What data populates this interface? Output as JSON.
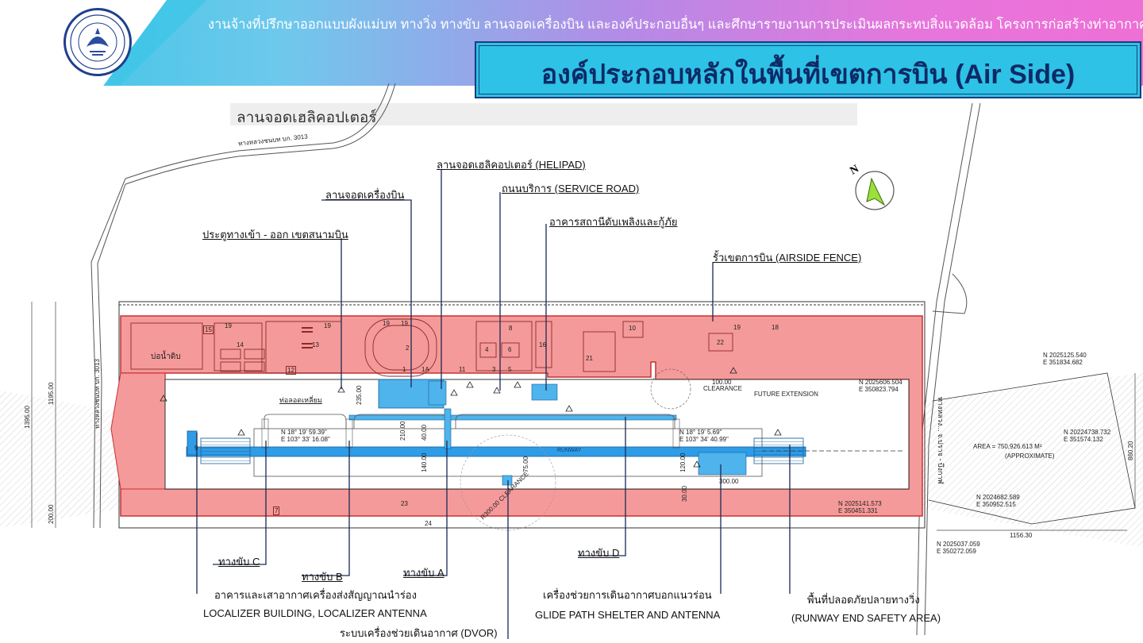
{
  "header": {
    "project_title": "งานจ้างที่ปรึกษาออกแบบผังแม่บท ทางวิ่ง ทางขับ ลานจอดเครื่องบิน และองค์ประกอบอื่นๆ และศึกษารายงานการประเมินผลกระทบสิ่งแวดล้อม โครงการก่อสร้างท่าอากาศยานบึงกาฬ",
    "page_title": "องค์ประกอบหลักในพื้นที่เขตการบิน (Air Side)",
    "subtitle": "ลานจอดเฮลิคอปเตอร์"
  },
  "callouts": {
    "helipad": "ลานจอดเฮลิคอปเตอร์ (HELIPAD)",
    "apron": "ลานจอดเครื่องบิน",
    "service_road": "ถนนบริการ (SERVICE ROAD)",
    "fire_station": "อาคารสถานีดับเพลิงและกู้ภัย",
    "gate": "ประตูทางเข้า - ออก เขตสนามบิน",
    "airside_fence": "รั้วเขตการบิน (AIRSIDE FENCE)",
    "taxiway_c": "ทางขับ C",
    "taxiway_b": "ทางขับ B",
    "taxiway_a": "ทางขับ A",
    "taxiway_d": "ทางขับ D",
    "localizer_th": "อาคารและเสาอากาศเครื่องส่งสัญญาณนำร่อง",
    "localizer_en": "LOCALIZER BUILDING, LOCALIZER ANTENNA",
    "dvor": "ระบบเครื่องช่วยเดินอากาศ (DVOR)",
    "glide_th": "เครื่องช่วยการเดินอากาศบอกแนวร่อน",
    "glide_en": "GLIDE PATH SHELTER AND ANTENNA",
    "resa_th": "พื้นที่ปลอดภัยปลายทางวิ่ง",
    "resa_en": "(RUNWAY END SAFETY AREA)"
  },
  "plan_text": {
    "highway_top": "ทางหลวงชนบท บก. 3013",
    "highway_left": "ทางหลวงชนบท บก. 3013",
    "highway_right": "ทางหลวง... จ.ปราจ - บึงกาฬ",
    "water_tank": "บ่อน้ำดิบ",
    "hold_area": "ท่อลอดเหลี่ยม",
    "clearance_top": "100.00",
    "clearance_word": "CLEARANCE",
    "future_ext": "FUTURE EXTENSION",
    "runway_label": "RUNWAY",
    "dvor_clearance": "R300.00 CLEARANCE",
    "coord_sw_n": "N 18° 19' 59.39\"",
    "coord_sw_e": "E 103° 33' 16.08\"",
    "coord_se_n": "N 18° 19' 5.69\"",
    "coord_se_e": "E 103° 34' 40.99\"",
    "pt1_n": "N 2025606.504",
    "pt1_e": "E 350823.794",
    "pt2_n": "N 2025141.573",
    "pt2_e": "E 350451.331",
    "pt3_n": "N 2025125.540",
    "pt3_e": "E 351834.682",
    "pt4_n": "N 20224738.732",
    "pt4_e": "E 351574.132",
    "pt5_n": "N 2024682.589",
    "pt5_e": "E 350952.515",
    "pt6_n": "N 2025037.059",
    "pt6_e": "E 350272.059",
    "area_text": "AREA = 750,926.613 M²",
    "area_approx": "(APPROXIMATE)",
    "dim_1395": "1395.00",
    "dim_1195": "1195.00",
    "dim_200": "200.00",
    "dim_860": "860.20",
    "dim_1156": "1156.30",
    "dim_235": "235.00",
    "dim_210": "210.00",
    "dim_40": "40.00",
    "dim_140": "140.00",
    "dim_75": "75.00",
    "dim_120": "120.00",
    "dim_300": "300.00",
    "dim_30": "30.00",
    "zone_numbers": [
      "15",
      "19",
      "19",
      "19",
      "19",
      "14",
      "13",
      "12",
      "2",
      "1",
      "1A",
      "11",
      "3",
      "5",
      "4",
      "6",
      "8",
      "16",
      "10",
      "21",
      "22",
      "19",
      "18",
      "9",
      "7",
      "23",
      "24"
    ]
  },
  "colors": {
    "zone_red": "#f59a9a",
    "zone_edge": "#c83030",
    "pavement_blue": "#4fb3ec",
    "runway_blue": "#2e9ce6",
    "title_cyan": "#2ec2e6",
    "title_navy": "#0d2a66"
  },
  "icons": {
    "north_arrow": "north-arrow-icon",
    "logo": "department-of-airports-logo"
  }
}
